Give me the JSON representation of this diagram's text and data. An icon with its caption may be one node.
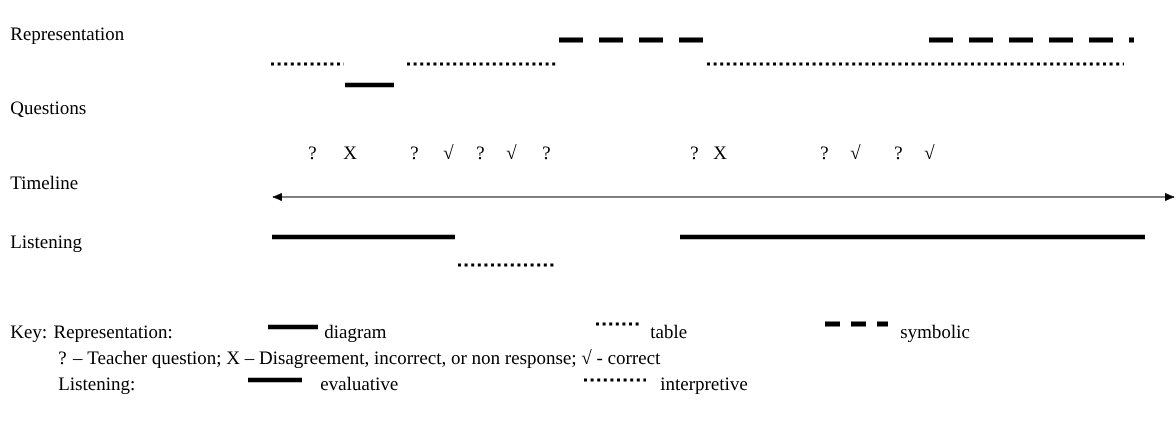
{
  "diagram": {
    "labels": [
      "Representation",
      "Questions",
      "Timeline",
      "Listening",
      "?",
      "X",
      "?",
      "√",
      "?",
      "√",
      "?",
      "?",
      "X",
      "?",
      "√",
      "?",
      "√",
      "Key: Representation:",
      "? – Teacher question; X – Disagreement, incorrect, or non response; √ - correct",
      "Listening:"
    ],
    "legend": [
      {
        "text": "diagram"
      },
      {
        "text": "table"
      },
      {
        "text": "symbolic"
      },
      {
        "text": "evaluative"
      },
      {
        "text": "interpretive"
      }
    ]
  }
}
